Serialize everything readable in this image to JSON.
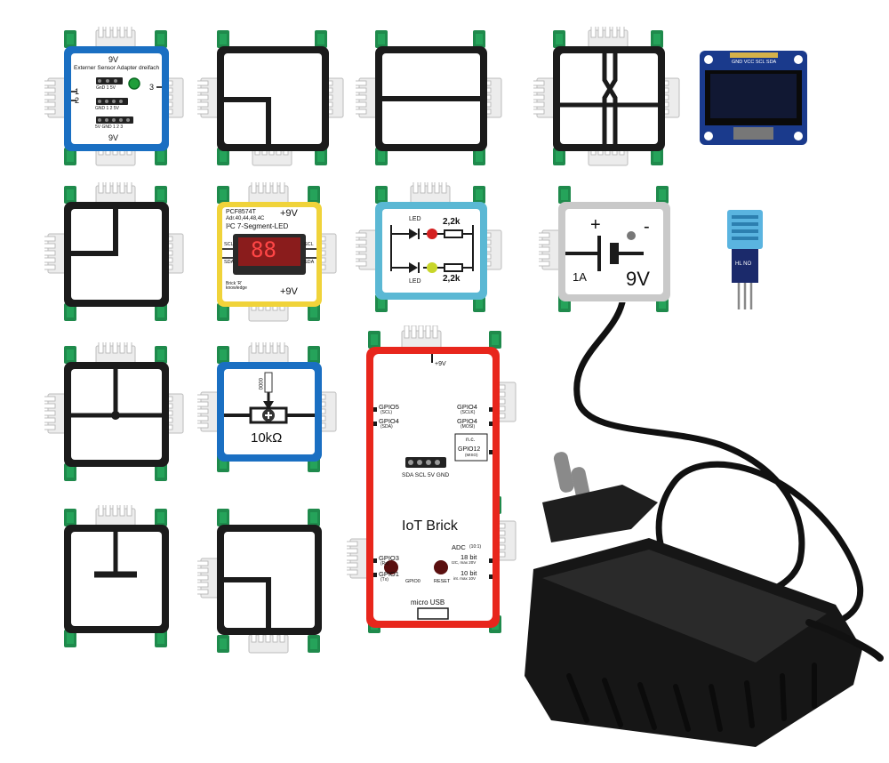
{
  "sensor_adapter": {
    "top_voltage": "9V",
    "title": "Externer Sensor Adapter dreifach",
    "pin_row1": "GnD  1  5V",
    "pin_row2": "GND  1  2  5V",
    "pin_row3": "5V  GND  1  2  3",
    "bottom_voltage": "9V",
    "side_1": "1",
    "side_2": "2",
    "side_3": "3"
  },
  "oled_display": {
    "header_pins": "GND VCC SCL SDA"
  },
  "seven_segment": {
    "chip": "PCF8574T",
    "address": "Adr.40,44,48,4C",
    "title": "I²C 7-Segment-LED",
    "supply_top": "+9V",
    "supply_bottom": "+9V",
    "scl_left": "SCL",
    "sda_left": "SDA",
    "scl_right": "SCL",
    "sda_right": "SDA",
    "brand": "Brick 'R' knowledge",
    "digits": "88"
  },
  "led_brick": {
    "led_top": "LED",
    "resistor_top": "2,2k",
    "led_bottom": "LED",
    "resistor_bottom": "2,2k",
    "colors": {
      "top": "#d42020",
      "bottom": "#c8d62a",
      "frame": "#5bb8d4"
    }
  },
  "battery_brick": {
    "plus": "+",
    "minus": "-",
    "current": "1A",
    "voltage": "9V"
  },
  "potentiometer": {
    "value": "10kΩ",
    "dial": "0000"
  },
  "dht_sensor": {
    "pcb_text": "HL NO"
  },
  "iot_brick": {
    "supply": "+9V",
    "gpio5": "GPIO5",
    "gpio5_sub": "(SCL)",
    "gpio4_left": "GPIO4",
    "gpio4_left_sub": "(SDA)",
    "gpio4_right": "GPIO4",
    "gpio4_right_sub": "(SCLK)",
    "gpio4_right2": "GPIO4",
    "gpio4_right2_sub": "(MOSI)",
    "nc": "n.c.",
    "gpio12": "GPIO12",
    "gpio12_sub": "(MISO)",
    "header_pins": "SDA SCL 5V GND",
    "title": "IoT Brick",
    "adc": "ADC",
    "adc_sub": "(10:1)",
    "adc_18": "18 bit",
    "adc_18_sub": "I2C, max 20V",
    "adc_10": "10 bit",
    "adc_10_sub": "int. max 10V",
    "gpio3": "GPIO3",
    "gpio3_sub": "(Rx)",
    "gpio1": "GPIO1",
    "gpio1_sub": "(Tx)",
    "gpio0": "GPIO0",
    "reset": "RESET",
    "usb": "micro USB",
    "colors": {
      "frame": "#e8261c"
    }
  }
}
